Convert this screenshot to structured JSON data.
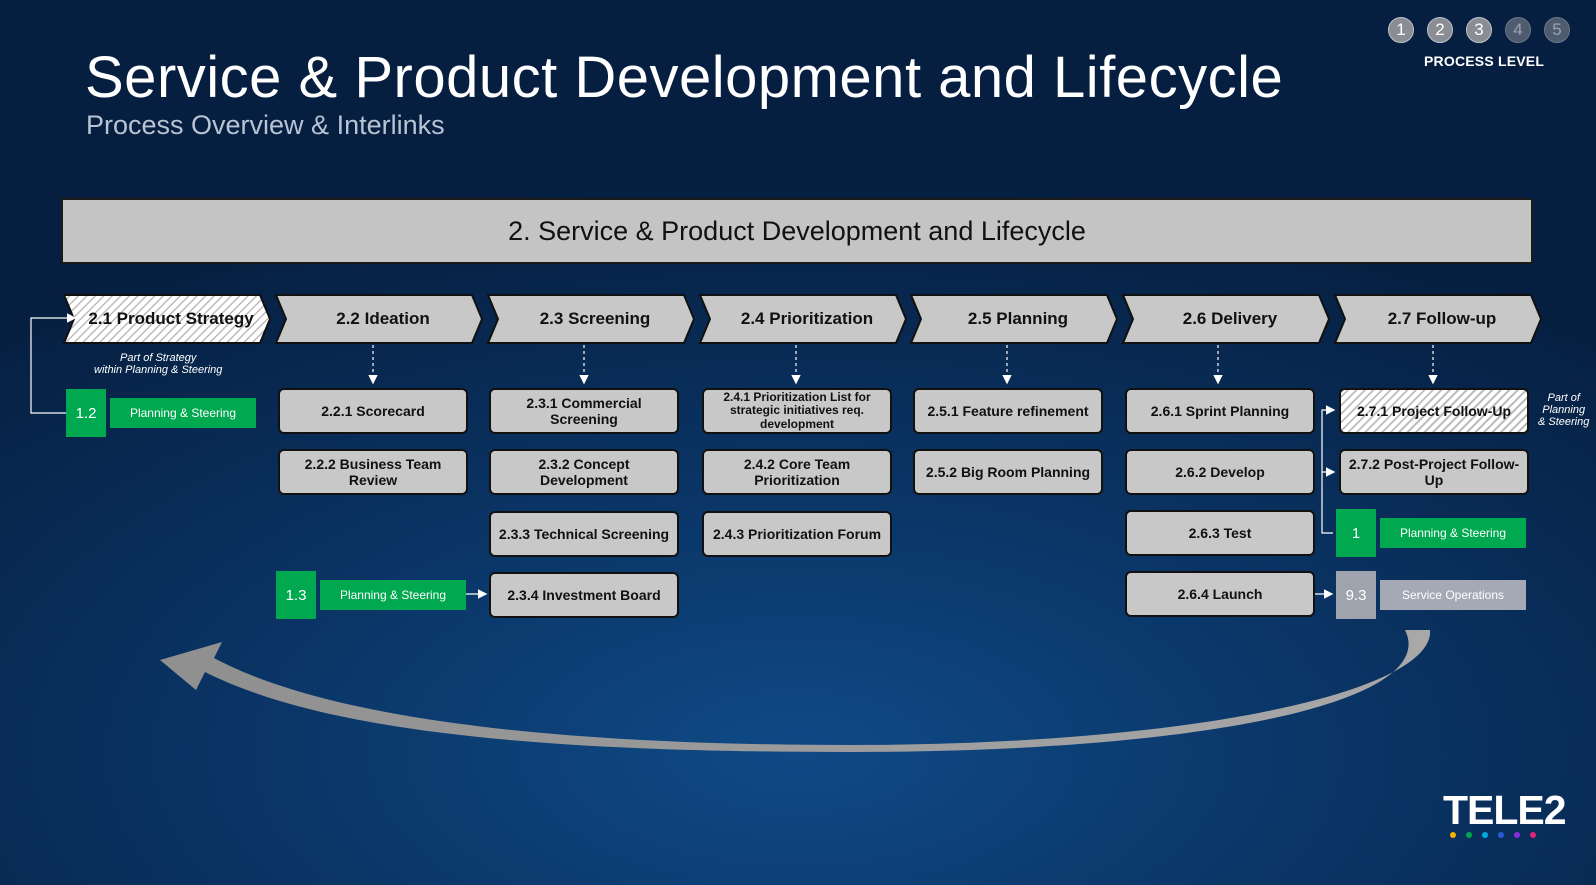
{
  "header": {
    "title": "Service & Product Development and Lifecycle",
    "subtitle": "Process Overview & Interlinks"
  },
  "process_levels": {
    "items": [
      "1",
      "2",
      "3",
      "4",
      "5"
    ],
    "label": "PROCESS LEVEL"
  },
  "banner": "2. Service & Product Development and Lifecycle",
  "phases": [
    "2.1 Product Strategy",
    "2.2 Ideation",
    "2.3 Screening",
    "2.4 Prioritization",
    "2.5 Planning",
    "2.6 Delivery",
    "2.7 Follow-up"
  ],
  "strategy_note": "Part of Strategy\nwithin Planning & Steering",
  "links": {
    "l12": {
      "num": "1.2",
      "label": "Planning & Steering"
    },
    "l13": {
      "num": "1.3",
      "label": "Planning & Steering"
    },
    "l1": {
      "num": "1",
      "label": "Planning & Steering"
    },
    "l93": {
      "num": "9.3",
      "label": "Service Operations"
    }
  },
  "steps": {
    "s221": "2.2.1 Scorecard",
    "s222": "2.2.2 Business Team Review",
    "s231": "2.3.1 Commercial Screening",
    "s232": "2.3.2 Concept Development",
    "s233": "2.3.3 Technical Screening",
    "s234": "2.3.4 Investment Board",
    "s241": "2.4.1 Prioritization List for strategic initiatives req. development",
    "s242": "2.4.2 Core Team Prioritization",
    "s243": "2.4.3 Prioritization Forum",
    "s251": "2.5.1 Feature refinement",
    "s252": "2.5.2 Big Room Planning",
    "s261": "2.6.1 Sprint Planning",
    "s262": "2.6.2 Develop",
    "s263": "2.6.3 Test",
    "s264": "2.6.4 Launch",
    "s271": "2.7.1 Project Follow-Up",
    "s272": "2.7.2 Post-Project Follow-Up"
  },
  "followup_note": "Part of\nPlanning\n& Steering",
  "logo": "TELE2",
  "colors": {
    "green": "#00a84f",
    "grey_box": "#c8c8c8",
    "dots": [
      "#f2b500",
      "#00a84f",
      "#00a9e0",
      "#2a5bd7",
      "#8a2be2",
      "#e0267a"
    ]
  }
}
